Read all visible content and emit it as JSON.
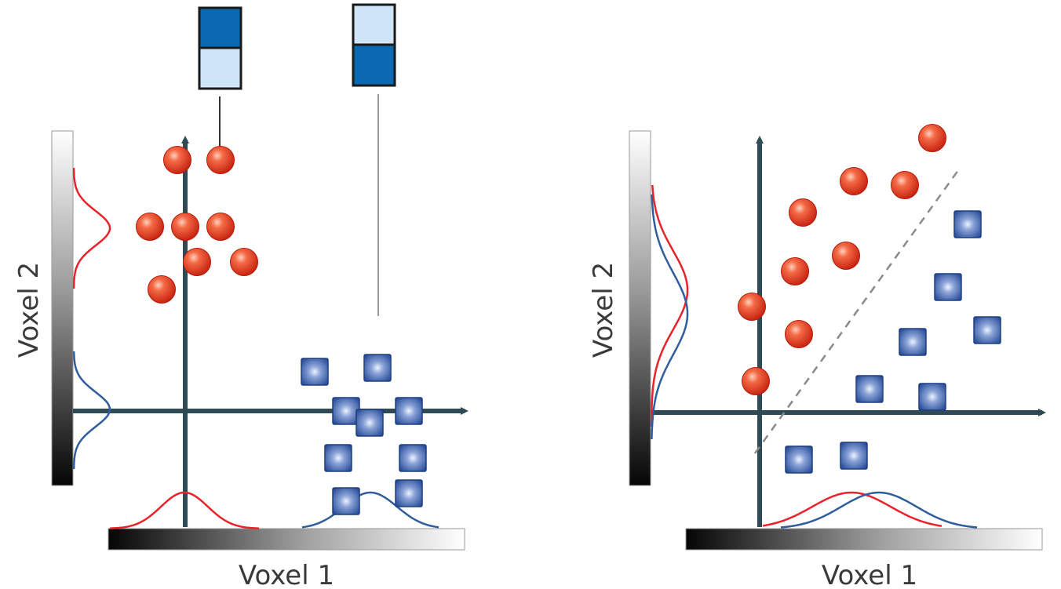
{
  "panels": [
    {
      "id": "left",
      "xlabel": "Voxel 1",
      "ylabel": "Voxel 2",
      "class_a": {
        "marker": "sphere",
        "color": "#e8442a",
        "points": [
          [
            -0.1,
            3.2
          ],
          [
            0.45,
            3.2
          ],
          [
            -0.45,
            2.35
          ],
          [
            0.0,
            2.35
          ],
          [
            0.45,
            2.35
          ],
          [
            0.15,
            1.9
          ],
          [
            0.75,
            1.9
          ],
          [
            -0.3,
            1.55
          ]
        ]
      },
      "class_b": {
        "marker": "square",
        "color": "#2e5aa8",
        "points": [
          [
            1.65,
            0.5
          ],
          [
            2.45,
            0.55
          ],
          [
            2.05,
            0.0
          ],
          [
            2.85,
            0.0
          ],
          [
            2.35,
            -0.15
          ],
          [
            2.9,
            -0.6
          ],
          [
            1.95,
            -0.6
          ],
          [
            2.85,
            -1.05
          ],
          [
            2.05,
            -1.15
          ]
        ]
      },
      "voxel_pattern_a": {
        "top": "#0a69b0",
        "bottom": "#cfe4f7"
      },
      "voxel_pattern_b": {
        "top": "#cfe4f7",
        "bottom": "#0a69b0"
      }
    },
    {
      "id": "right",
      "xlabel": "Voxel 1",
      "ylabel": "Voxel 2",
      "class_a": {
        "marker": "sphere",
        "color": "#e8442a",
        "points": [
          [
            2.2,
            3.5
          ],
          [
            1.2,
            2.95
          ],
          [
            1.85,
            2.9
          ],
          [
            0.55,
            2.55
          ],
          [
            1.1,
            2.0
          ],
          [
            0.45,
            1.8
          ],
          [
            -0.1,
            1.35
          ],
          [
            0.5,
            1.0
          ],
          [
            -0.05,
            0.4
          ]
        ]
      },
      "class_b": {
        "marker": "square",
        "color": "#2e5aa8",
        "points": [
          [
            2.65,
            2.4
          ],
          [
            2.4,
            1.6
          ],
          [
            2.9,
            1.05
          ],
          [
            1.95,
            0.9
          ],
          [
            1.4,
            0.3
          ],
          [
            2.2,
            0.2
          ],
          [
            0.5,
            -0.6
          ],
          [
            1.2,
            -0.55
          ]
        ]
      },
      "decision_boundary": "dashed"
    }
  ]
}
